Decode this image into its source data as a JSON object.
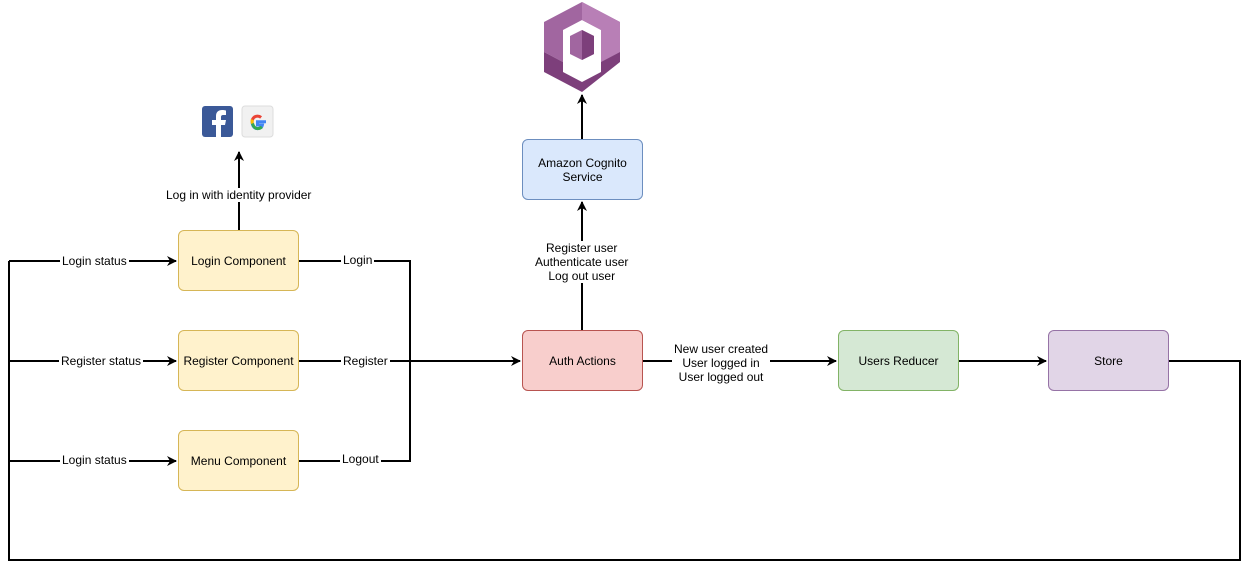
{
  "nodes": {
    "login_component": "Login Component",
    "register_component": "Register Component",
    "menu_component": "Menu Component",
    "auth_actions": "Auth Actions",
    "cognito_service": "Amazon Cognito\nService",
    "users_reducer": "Users Reducer",
    "store": "Store"
  },
  "edges": {
    "login_status_1": "Login status",
    "register_status": "Register status",
    "login_status_2": "Login status",
    "login": "Login",
    "register": "Register",
    "logout": "Logout",
    "identity_provider": "Log in with identity provider",
    "cognito_calls": "Register user\nAuthenticate user\nLog out user",
    "user_events": "New user created\nUser logged in\nUser logged out"
  },
  "icons": {
    "facebook": "facebook-icon",
    "google": "google-icon",
    "cognito": "amazon-cognito-icon"
  },
  "colors": {
    "component_fill": "#fff2cc",
    "auth_actions_fill": "#f8cecc",
    "cognito_fill": "#dae8fc",
    "reducer_fill": "#d5e8d4",
    "store_fill": "#e1d5e7",
    "cognito_logo": "#a166a0",
    "facebook_blue": "#3b5998"
  }
}
